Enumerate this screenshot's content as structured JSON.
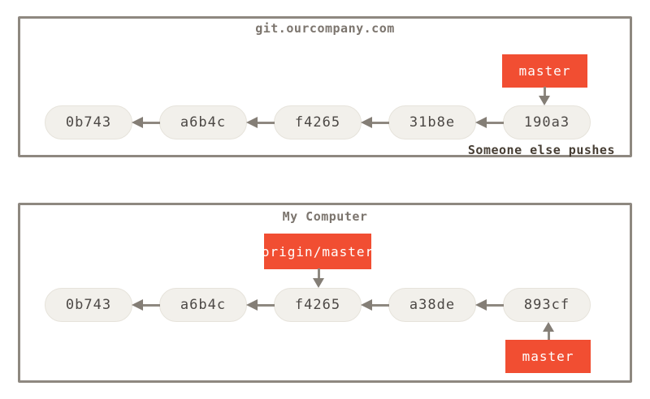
{
  "diagram": {
    "colors": {
      "background": "#ffffff",
      "box_border": "#8e8880",
      "title_text": "#7c756e",
      "node_fill": "#f2f0eb",
      "node_border": "#e6e3db",
      "node_text": "#4c4845",
      "branch_box": "#f14e32",
      "branch_text": "#ffffff",
      "arrow": "#8e8880",
      "arrow_head": "#847e76",
      "annotation_text": "#473e34"
    },
    "remote": {
      "title": "git.ourcompany.com",
      "commits": [
        "0b743",
        "a6b4c",
        "f4265",
        "31b8e",
        "190a3"
      ],
      "branch": "master",
      "annotation": "Someone else pushes"
    },
    "local": {
      "title": "My Computer",
      "commits": [
        "0b743",
        "a6b4c",
        "f4265",
        "a38de",
        "893cf"
      ],
      "remote_tracking_branch": "origin/master",
      "branch": "master"
    }
  }
}
